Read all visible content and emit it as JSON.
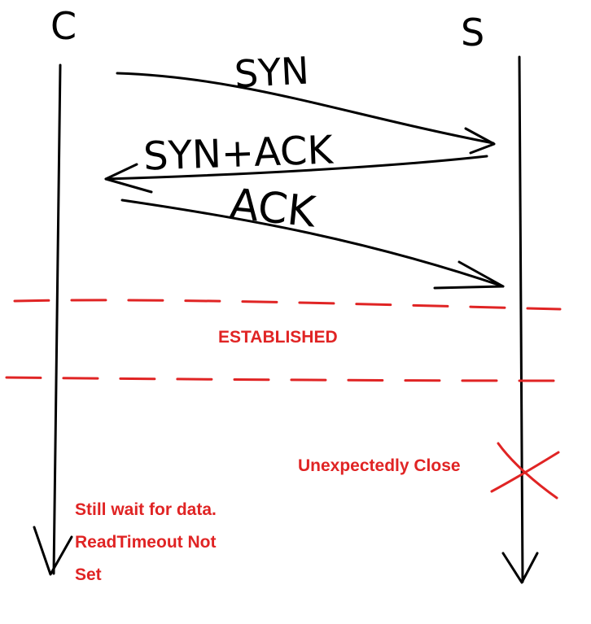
{
  "participants": {
    "client": "C",
    "server": "S"
  },
  "messages": {
    "syn": "SYN",
    "syn_ack": "SYN+ACK",
    "ack": "ACK"
  },
  "zone": {
    "established": "ESTABLISHED"
  },
  "annotations": {
    "server_close": "Unexpectedly Close",
    "client_line1": "Still wait for data.",
    "client_line2": "ReadTimeout Not",
    "client_line3": "Set"
  },
  "colors": {
    "ink": "#000000",
    "accent": "#e02424",
    "background": "#ffffff"
  }
}
